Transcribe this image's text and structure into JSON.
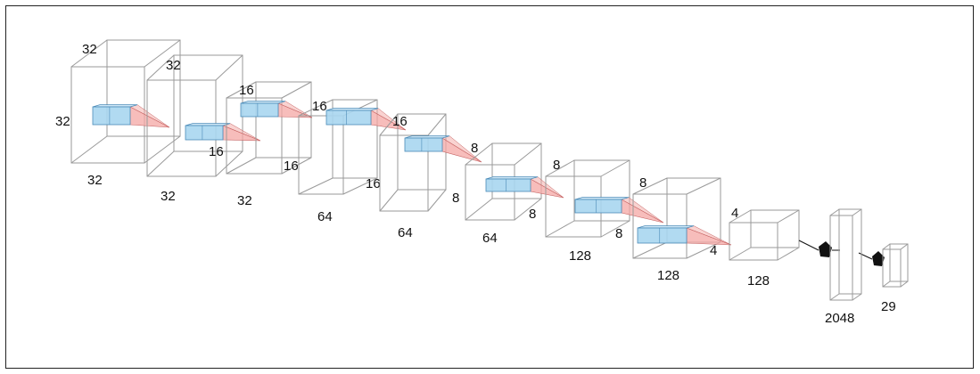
{
  "diagram": {
    "layers": [
      {
        "type": "volume",
        "labels": [
          "32",
          "32",
          "32"
        ]
      },
      {
        "type": "volume",
        "labels": [
          "32",
          "16",
          "32"
        ]
      },
      {
        "type": "volume",
        "labels": [
          "16",
          "16",
          "32"
        ]
      },
      {
        "type": "volume",
        "labels": [
          "16",
          "16",
          "64"
        ]
      },
      {
        "type": "volume",
        "labels": [
          "16",
          "8",
          "64"
        ]
      },
      {
        "type": "volume",
        "labels": [
          "8",
          "8",
          "64"
        ]
      },
      {
        "type": "volume",
        "labels": [
          "8",
          "8",
          "128"
        ]
      },
      {
        "type": "volume",
        "labels": [
          "8",
          "4",
          "128"
        ]
      },
      {
        "type": "volume",
        "labels": [
          "4",
          "128"
        ]
      },
      {
        "type": "dense",
        "labels": [
          "2048"
        ]
      },
      {
        "type": "dense",
        "labels": [
          "29"
        ]
      }
    ],
    "colors": {
      "box_edge": "#9a9a9a",
      "kernel_fill": "#a9d6f0",
      "kernel_edge": "#4b8bb8",
      "cone_fill": "#f4a7a4",
      "cone_edge": "#c46060",
      "connector": "#111111"
    }
  }
}
